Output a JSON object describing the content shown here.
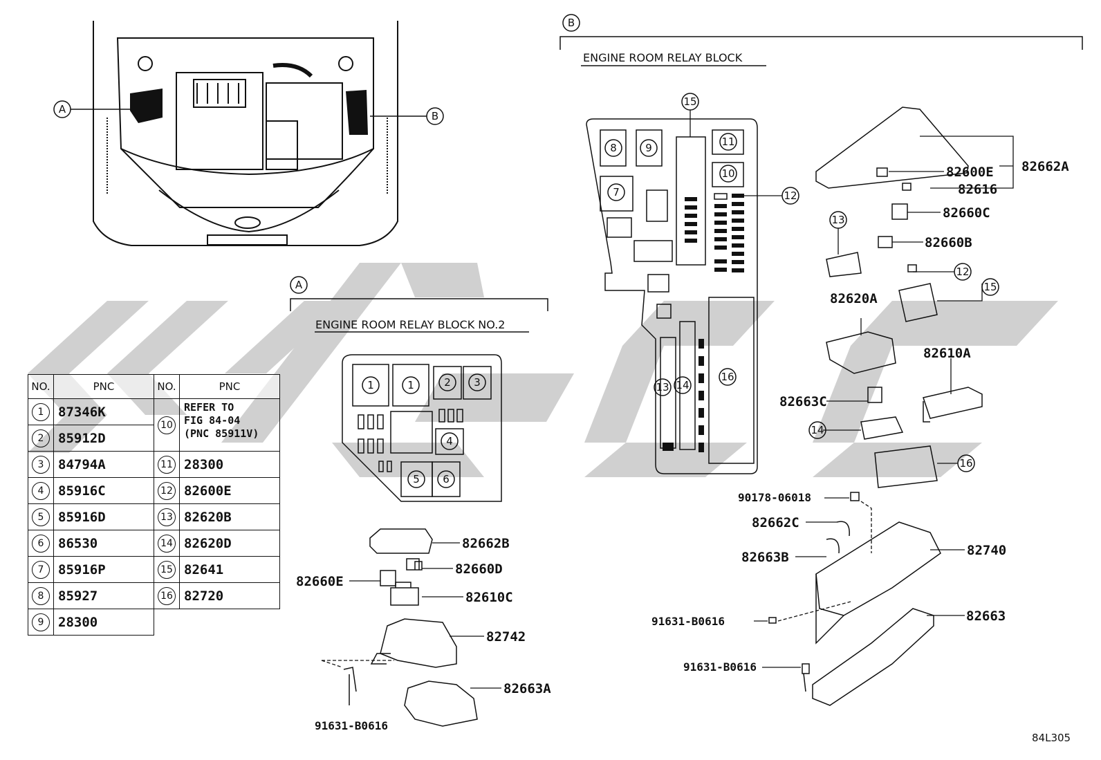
{
  "watermark": {
    "color": "#c8c8c8"
  },
  "sections": {
    "a": {
      "marker": "A",
      "title": "ENGINE ROOM RELAY BLOCK NO.2"
    },
    "b": {
      "marker": "B",
      "title": "ENGINE ROOM RELAY BLOCK"
    }
  },
  "overview_markers": {
    "left": "A",
    "right": "B"
  },
  "table": {
    "headers": {
      "no": "NO.",
      "pnc": "PNC"
    },
    "left": [
      {
        "no": "1",
        "pnc": "87346K"
      },
      {
        "no": "2",
        "pnc": "85912D"
      },
      {
        "no": "3",
        "pnc": "84794A"
      },
      {
        "no": "4",
        "pnc": "85916C"
      },
      {
        "no": "5",
        "pnc": "85916D"
      },
      {
        "no": "6",
        "pnc": "86530"
      },
      {
        "no": "7",
        "pnc": "85916P"
      },
      {
        "no": "8",
        "pnc": "85927"
      },
      {
        "no": "9",
        "pnc": "28300"
      }
    ],
    "right": [
      {
        "no": "10",
        "pnc": "REFER TO",
        "pnc_line2": "FIG 84-04",
        "pnc_line3": "(PNC 85911V)"
      },
      {
        "no": "11",
        "pnc": "28300"
      },
      {
        "no": "12",
        "pnc": "82600E"
      },
      {
        "no": "13",
        "pnc": "82620B"
      },
      {
        "no": "14",
        "pnc": "82620D"
      },
      {
        "no": "15",
        "pnc": "82641"
      },
      {
        "no": "16",
        "pnc": "82720"
      }
    ]
  },
  "block_a": {
    "cells": [
      "1",
      "1",
      "2",
      "3",
      "4",
      "5",
      "6"
    ],
    "parts": [
      "82662B",
      "82660D",
      "82660E",
      "82610C",
      "82742",
      "82663A",
      "91631-B0616"
    ]
  },
  "block_b": {
    "cells": [
      "8",
      "9",
      "7",
      "11",
      "10",
      "15",
      "12",
      "13",
      "14",
      "16"
    ],
    "parts": [
      "82600E",
      "82662A",
      "82616",
      "82660C",
      "82660B",
      "82620A",
      "82610A",
      "82663C",
      "90178-06018",
      "82662C",
      "82740",
      "82663B",
      "91631-B0616",
      "82663",
      "91631-B0616"
    ],
    "callouts": [
      "13",
      "12",
      "15",
      "14",
      "16"
    ]
  },
  "figure_code": "84L305"
}
